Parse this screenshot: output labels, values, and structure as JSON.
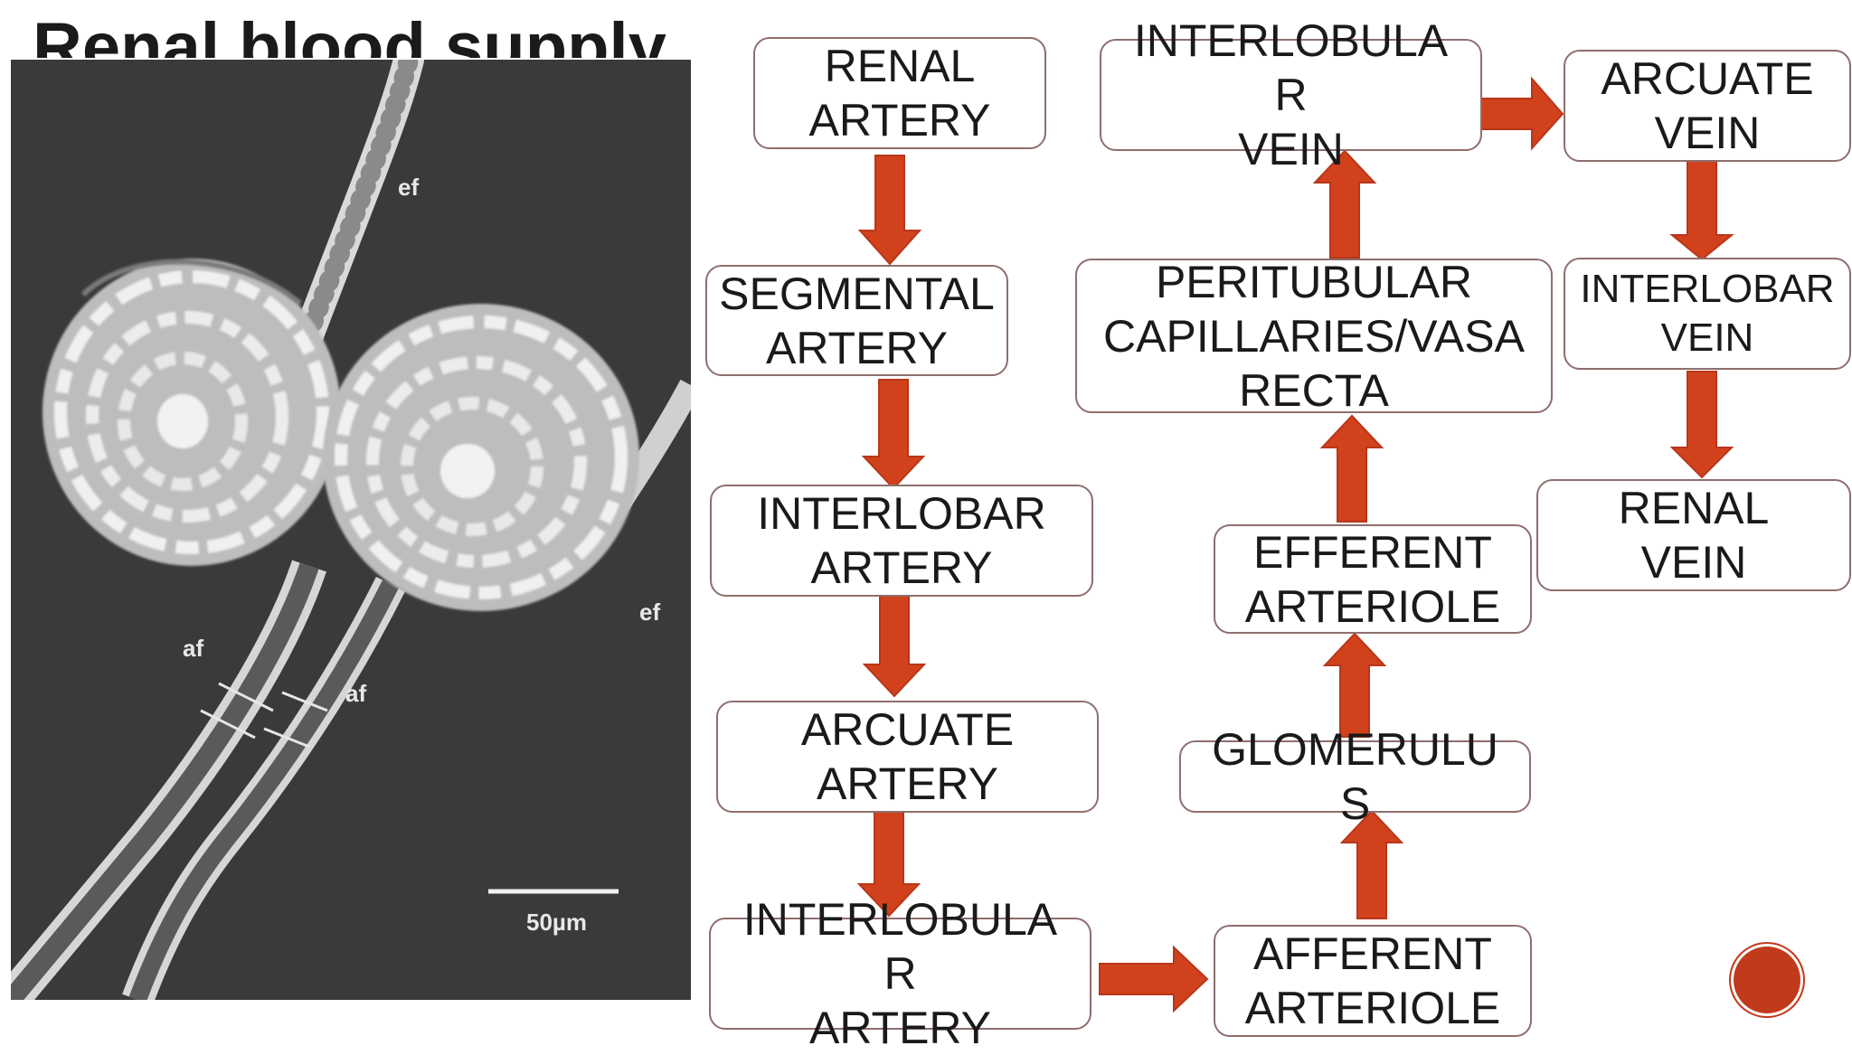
{
  "slide": {
    "title": "Renal blood supply"
  },
  "micrograph": {
    "labels": {
      "ef_top": "ef",
      "ef_right": "ef",
      "af_left": "af",
      "af_right": "af"
    },
    "scale_bar": "50µm"
  },
  "flow": {
    "renal_artery": "RENAL\nARTERY",
    "segmental_artery": "SEGMENTAL\nARTERY",
    "interlobar_artery": "INTERLOBAR\nARTERY",
    "arcuate_artery": "ARCUATE\nARTERY",
    "interlobular_artery": "INTERLOBULA\nR\nARTERY",
    "afferent_arteriole": "AFFERENT\nARTERIOLE",
    "glomerulus": "GLOMERULU\nS",
    "efferent_arteriole": "EFFERENT\nARTERIOLE",
    "peritubular_capillaries": "PERITUBULAR\nCAPILLARIES/VASA\nRECTA",
    "interlobular_vein": "INTERLOBULA\nR\nVEIN",
    "arcuate_vein": "ARCUATE\nVEIN",
    "interlobar_vein": "INTERLOBAR\nVEIN",
    "renal_vein": "RENAL\nVEIN"
  },
  "colors": {
    "arrow": "#d1421c",
    "arrow_outline": "#b8361a",
    "box_border": "#8e6e6e",
    "nav_button": "#c03a1b"
  },
  "icons": {
    "nav_button": "circle-button-icon",
    "arrow": "block-arrow-icon"
  }
}
